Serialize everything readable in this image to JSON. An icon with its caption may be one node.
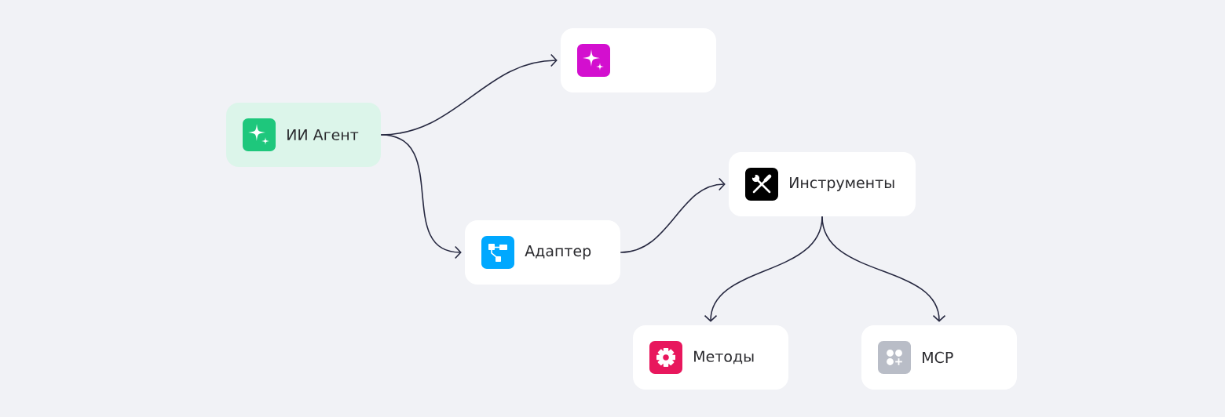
{
  "diagram": {
    "nodes": [
      {
        "text": [
          "ИИ Агент"
        ]
      },
      {
        "text": [],
        "shape": "box"
      },
      {
        "text": [
          "Адаптер"
        ]
      },
      {
        "text": [
          "Инструменты"
        ]
      },
      {
        "text": [
          "Методы"
        ]
      },
      {
        "text": [
          "MCP"
        ]
      }
    ],
    "edges": [
      {
        "from": 0,
        "to": 1,
        "arrow": "to"
      },
      {
        "from": 0,
        "to": 2,
        "arrow": "to"
      },
      {
        "from": 2,
        "to": 3,
        "arrow": "to"
      },
      {
        "from": 3,
        "to": 4,
        "arrow": "to"
      },
      {
        "from": 3,
        "to": 5,
        "arrow": "to"
      }
    ]
  }
}
